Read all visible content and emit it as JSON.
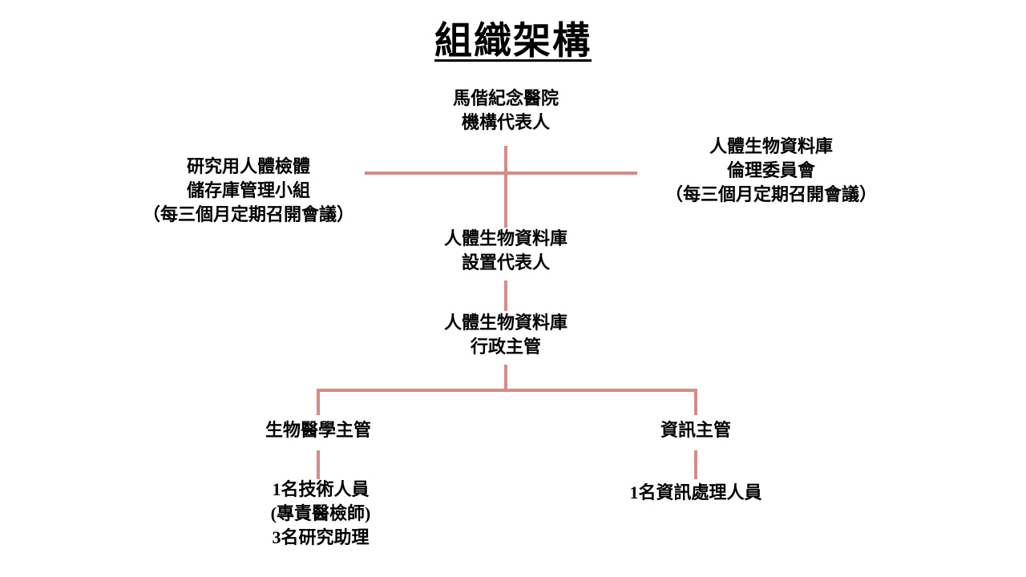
{
  "title": "組織架構",
  "line_color": "#d58c84",
  "nodes": {
    "hospital_rep": {
      "lines": [
        "馬偕紀念醫院",
        "機構代表人"
      ]
    },
    "repository_group": {
      "lines": [
        "研究用人體檢體",
        "儲存庫管理小組",
        "（每三個月定期召開會議）"
      ]
    },
    "ethics_committee": {
      "lines": [
        "人體生物資料庫",
        "倫理委員會",
        "（每三個月定期召開會議）"
      ]
    },
    "biobank_rep": {
      "lines": [
        "人體生物資料庫",
        "設置代表人"
      ]
    },
    "admin_supervisor": {
      "lines": [
        "人體生物資料庫",
        "行政主管"
      ]
    },
    "biomedical_supervisor": {
      "lines": [
        "生物醫學主管"
      ]
    },
    "it_supervisor": {
      "lines": [
        "資訊主管"
      ]
    },
    "biomedical_staff": {
      "lines": [
        "1名技術人員",
        "(專責醫檢師)",
        "3名研究助理"
      ]
    },
    "it_staff": {
      "lines": [
        "1名資訊處理人員"
      ]
    }
  }
}
